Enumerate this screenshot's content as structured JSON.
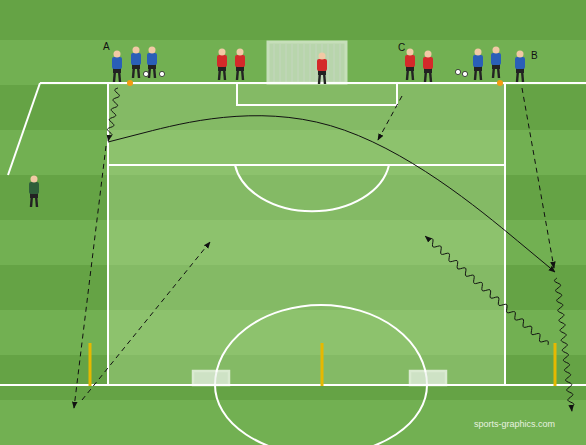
{
  "diagram": {
    "labels": [
      "A",
      "C",
      "B",
      "sports-graphics.com"
    ]
  }
}
